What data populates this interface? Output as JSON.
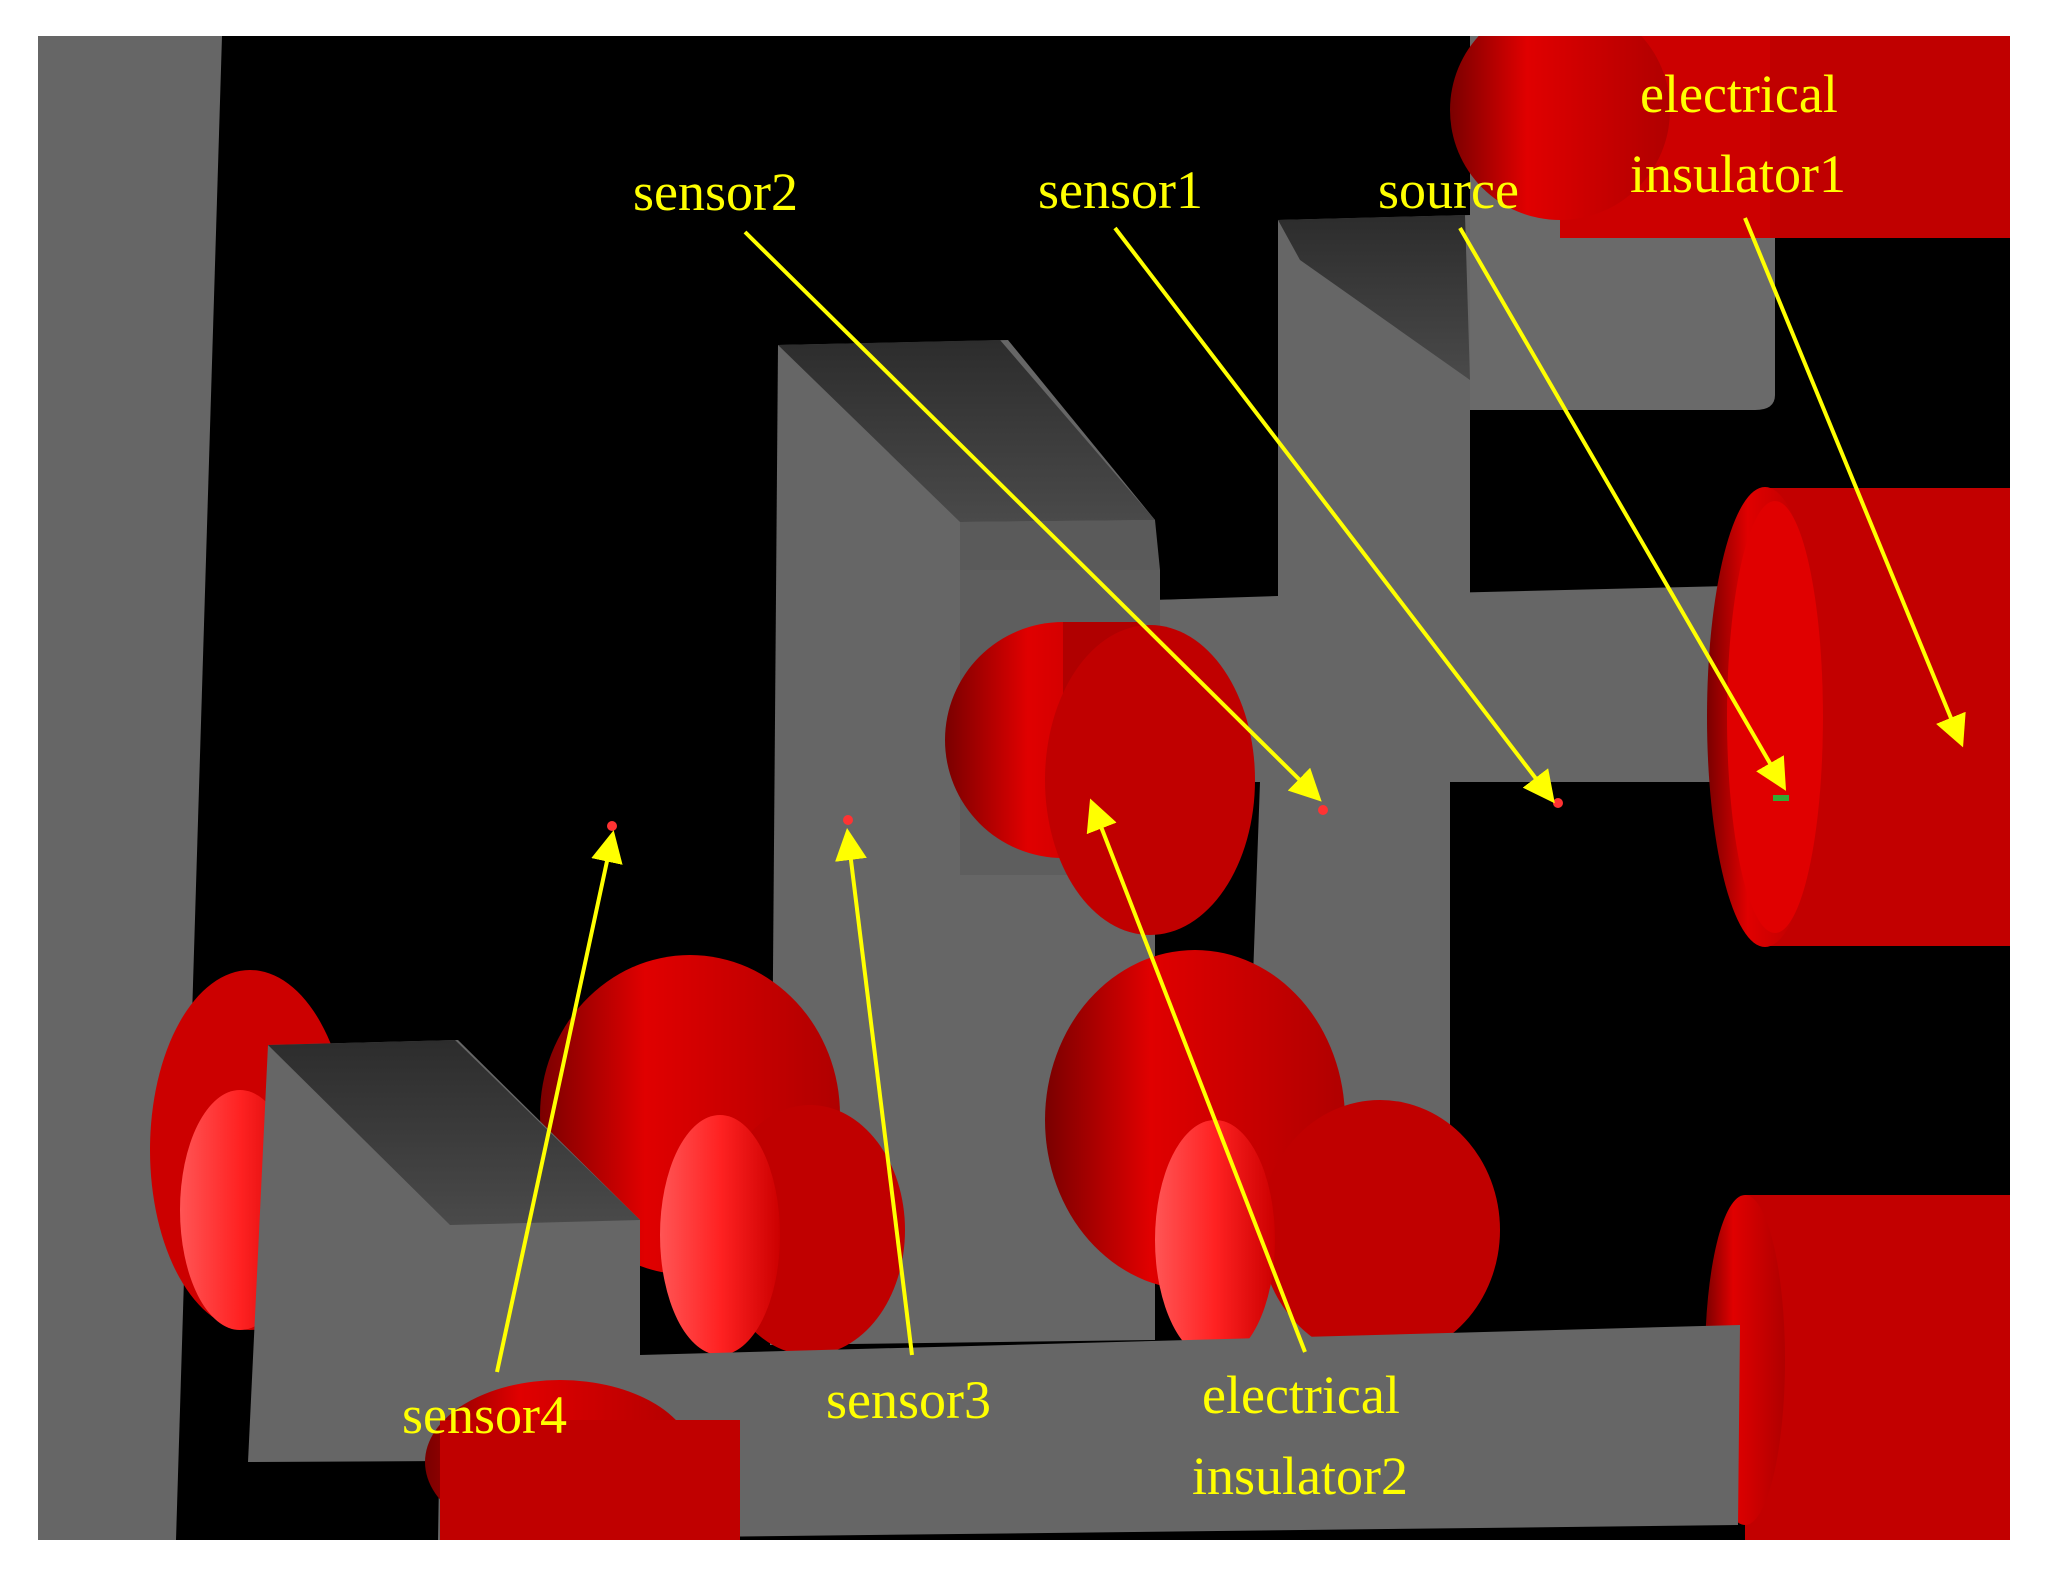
{
  "colors": {
    "background": "#000000",
    "frame": "#ffffff",
    "metal_face": "#666666",
    "metal_top": "#3a3a3a",
    "insulator_face": "#cc0000",
    "insulator_side": "#990000",
    "label": "#ffff00",
    "arrow": "#ffff00",
    "sensor_dot": "#ff3333"
  },
  "labels": {
    "sensor1": "sensor1",
    "sensor2": "sensor2",
    "sensor3": "sensor3",
    "sensor4": "sensor4",
    "source": "source",
    "insulator1_line1": "electrical",
    "insulator1_line2": "insulator1",
    "insulator2_line1": "electrical",
    "insulator2_line2": "insulator2"
  }
}
